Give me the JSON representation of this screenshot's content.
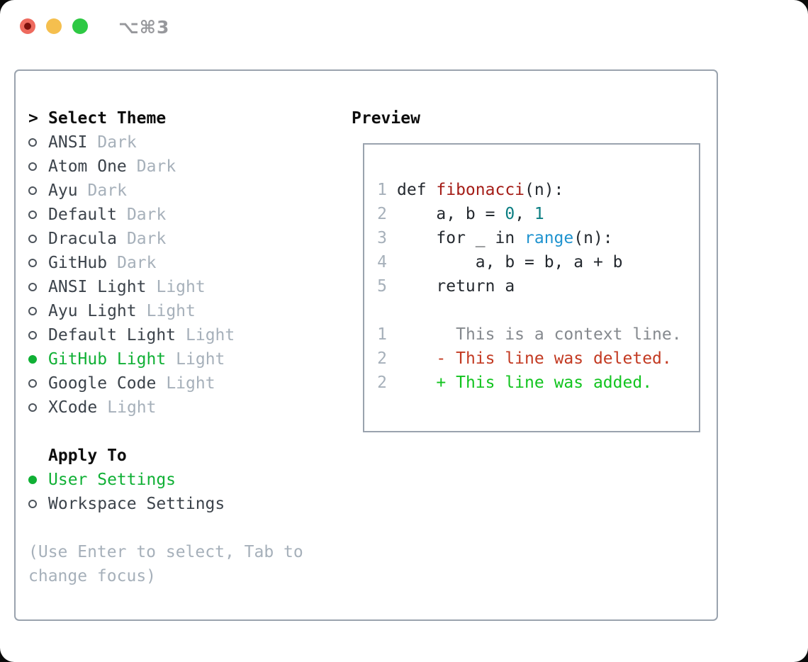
{
  "window": {
    "shortcut": "⌥⌘3",
    "traffic_lights": [
      "close",
      "minimize",
      "zoom"
    ]
  },
  "colors": {
    "accent_green": "#10b035",
    "added_green": "#12c41f",
    "deleted_red": "#c33a22",
    "function_red": "#a41d17",
    "number_teal": "#0b7e82",
    "builtin_blue": "#1f93cf",
    "border_gray": "#9aa3ae",
    "muted_gray": "#a6b0ba",
    "text_dark": "#3c434b",
    "code_text": "#24292f",
    "context_gray": "#85898e",
    "traffic_red": "#ee6a5e",
    "traffic_yellow": "#f5bf4e",
    "traffic_green": "#2ec944"
  },
  "theme_picker": {
    "prompt": ">",
    "header": "Select Theme",
    "items": [
      {
        "label": "ANSI",
        "tag": "Dark",
        "selected": false
      },
      {
        "label": "Atom One",
        "tag": "Dark",
        "selected": false
      },
      {
        "label": "Ayu",
        "tag": "Dark",
        "selected": false
      },
      {
        "label": "Default",
        "tag": "Dark",
        "selected": false
      },
      {
        "label": "Dracula",
        "tag": "Dark",
        "selected": false
      },
      {
        "label": "GitHub",
        "tag": "Dark",
        "selected": false
      },
      {
        "label": "ANSI Light",
        "tag": "Light",
        "selected": false
      },
      {
        "label": "Ayu Light",
        "tag": "Light",
        "selected": false
      },
      {
        "label": "Default Light",
        "tag": "Light",
        "selected": false
      },
      {
        "label": "GitHub Light",
        "tag": "Light",
        "selected": true
      },
      {
        "label": "Google Code",
        "tag": "Light",
        "selected": false
      },
      {
        "label": "XCode",
        "tag": "Light",
        "selected": false
      }
    ],
    "apply_header": "Apply To",
    "apply_options": [
      {
        "label": "User Settings",
        "selected": true
      },
      {
        "label": "Workspace Settings",
        "selected": false
      }
    ],
    "hint": "(Use Enter to select, Tab to change focus)"
  },
  "preview": {
    "header": "Preview",
    "code_lines": [
      {
        "num": "1",
        "tokens": [
          [
            "def ",
            "pln"
          ],
          [
            "fibonacci",
            "fn"
          ],
          [
            "(n):",
            "pln"
          ]
        ]
      },
      {
        "num": "2",
        "tokens": [
          [
            "    a, b = ",
            "pln"
          ],
          [
            "0",
            "num"
          ],
          [
            ", ",
            "pln"
          ],
          [
            "1",
            "num"
          ]
        ]
      },
      {
        "num": "3",
        "tokens": [
          [
            "    for _ in ",
            "pln"
          ],
          [
            "range",
            "bi"
          ],
          [
            "(n):",
            "pln"
          ]
        ]
      },
      {
        "num": "4",
        "tokens": [
          [
            "        a, b = b, a + b",
            "pln"
          ]
        ]
      },
      {
        "num": "5",
        "tokens": [
          [
            "    return a",
            "pln"
          ]
        ]
      }
    ],
    "diff_lines": [
      {
        "num": "1",
        "marker": " ",
        "text": "This is a context line.",
        "type": "context"
      },
      {
        "num": "2",
        "marker": "-",
        "text": "This line was deleted.",
        "type": "deleted"
      },
      {
        "num": "2",
        "marker": "+",
        "text": "This line was added.",
        "type": "added"
      }
    ]
  }
}
